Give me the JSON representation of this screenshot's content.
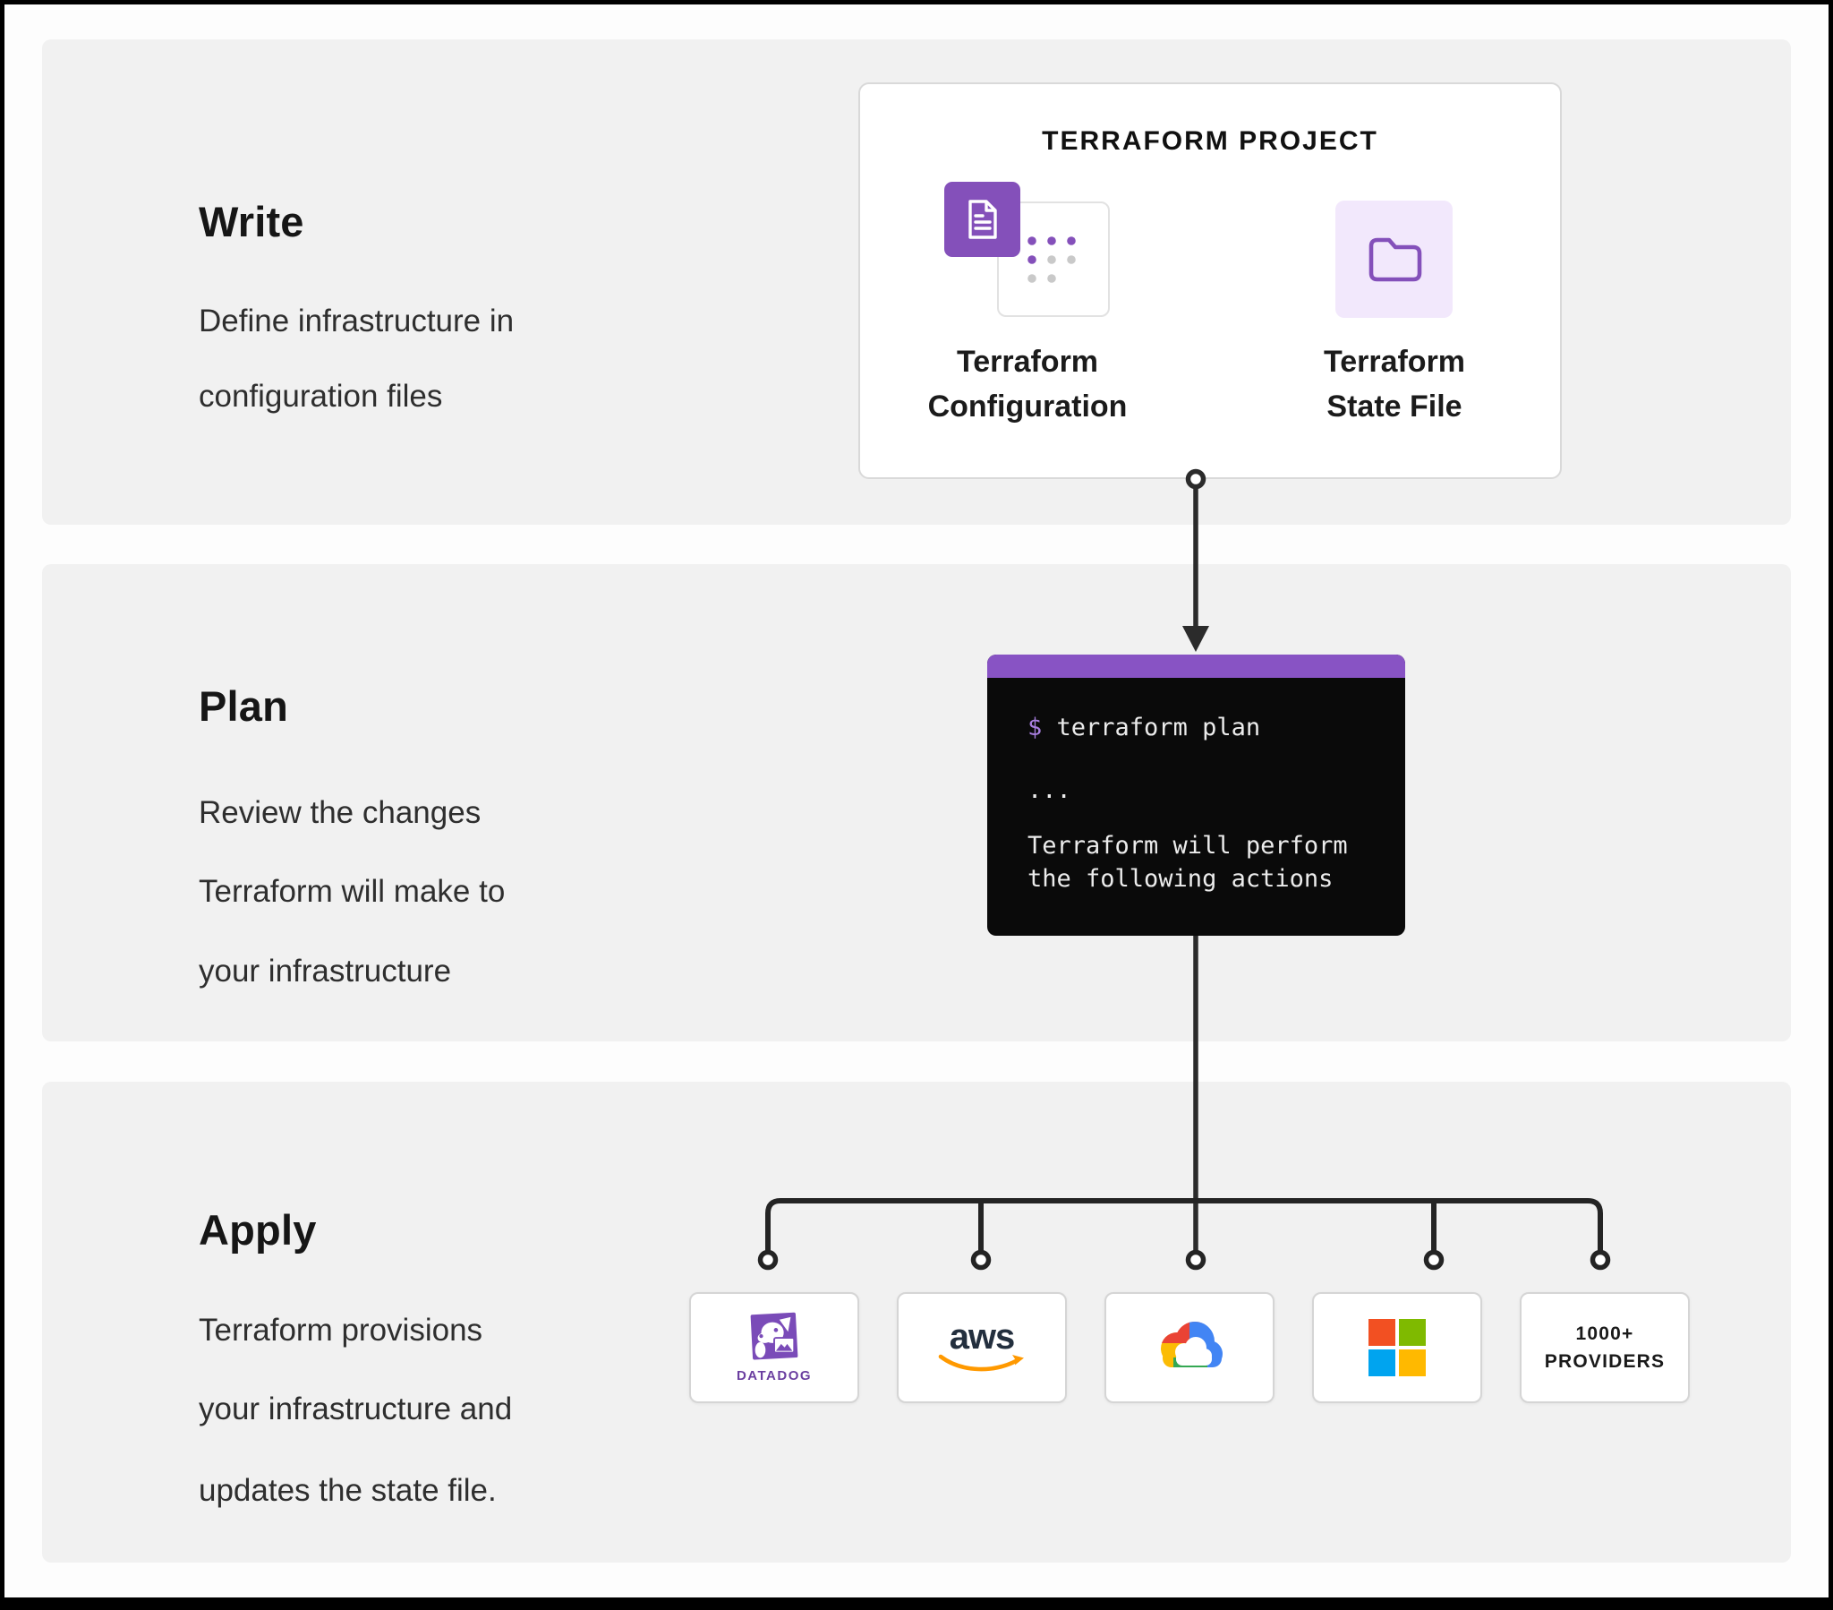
{
  "sections": {
    "write": {
      "title": "Write",
      "lines": [
        "Define infrastructure in",
        "configuration files"
      ]
    },
    "plan": {
      "title": "Plan",
      "lines": [
        "Review the changes",
        "Terraform will make to",
        "your infrastructure"
      ]
    },
    "apply": {
      "title": "Apply",
      "lines": [
        "Terraform provisions",
        "your infrastructure and",
        "updates the state file."
      ]
    }
  },
  "project_card": {
    "title": "TERRAFORM PROJECT",
    "items": [
      {
        "icon": "terraform-configuration-icon",
        "label_lines": [
          "Terraform",
          "Configuration"
        ]
      },
      {
        "icon": "terraform-state-folder-icon",
        "label_lines": [
          "Terraform",
          "State File"
        ]
      }
    ]
  },
  "terminal": {
    "prompt": "$",
    "command": " terraform plan",
    "lines": [
      "...",
      "Terraform will perform",
      "the following actions"
    ]
  },
  "providers": [
    {
      "name": "Datadog",
      "icon": "datadog-logo",
      "label": "DATADOG"
    },
    {
      "name": "AWS",
      "icon": "aws-logo",
      "label": "aws"
    },
    {
      "name": "Google Cloud",
      "icon": "google-cloud-logo"
    },
    {
      "name": "Microsoft",
      "icon": "microsoft-logo"
    },
    {
      "name": "1000+ Providers",
      "label_lines": [
        "1000+",
        "PROVIDERS"
      ]
    }
  ],
  "colors": {
    "purple": "#8450BA",
    "light_purple": "#F2E8FC",
    "terminal_bg": "#0A0A0A",
    "connector": "#2B2B2B",
    "panel_gray": "#F1F1F1"
  }
}
